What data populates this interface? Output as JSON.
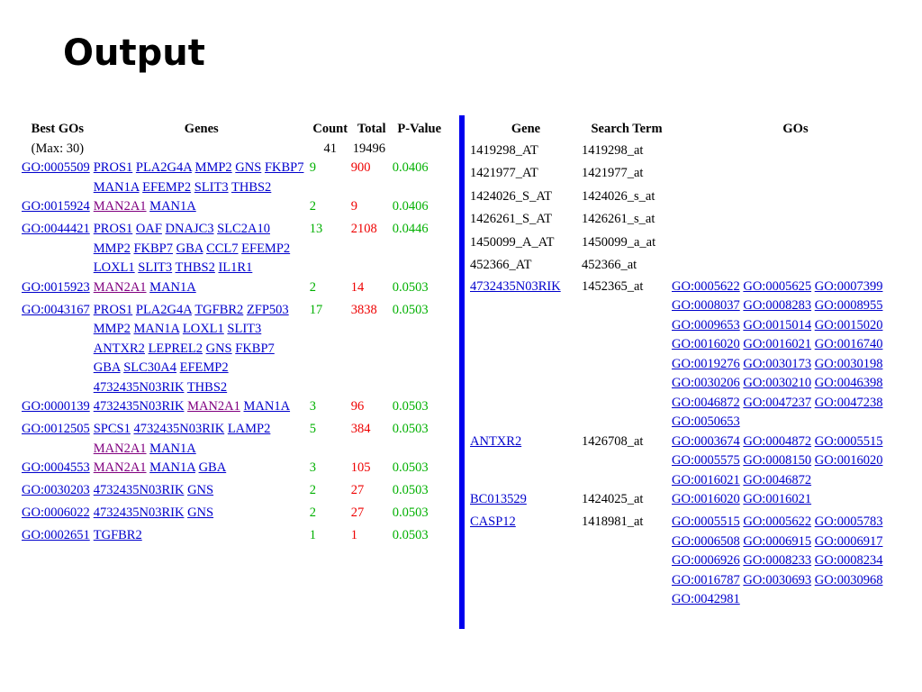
{
  "title": "Output",
  "left": {
    "headers": {
      "best_gos": "Best GOs",
      "genes": "Genes",
      "count": "Count",
      "total": "Total",
      "pvalue": "P-Value"
    },
    "max_label": "(Max: 30)",
    "count_total": "41",
    "total_total": "19496",
    "rows": [
      {
        "go": "GO:0005509",
        "genes": [
          "PROS1",
          "PLA2G4A",
          "MMP2",
          "GNS",
          "FKBP7",
          "MAN1A",
          "EFEMP2",
          "SLIT3",
          "THBS2"
        ],
        "count": "9",
        "total": "900",
        "pvalue": "0.0406"
      },
      {
        "go": "GO:0015924",
        "genes": [
          "MAN2A1",
          "MAN1A"
        ],
        "count": "2",
        "total": "9",
        "pvalue": "0.0406"
      },
      {
        "go": "GO:0044421",
        "genes": [
          "PROS1",
          "OAF",
          "DNAJC3",
          "SLC2A10",
          "MMP2",
          "FKBP7",
          "GBA",
          "CCL7",
          "EFEMP2",
          "LOXL1",
          "SLIT3",
          "THBS2",
          "IL1R1"
        ],
        "count": "13",
        "total": "2108",
        "pvalue": "0.0446"
      },
      {
        "go": "GO:0015923",
        "genes": [
          "MAN2A1",
          "MAN1A"
        ],
        "count": "2",
        "total": "14",
        "pvalue": "0.0503"
      },
      {
        "go": "GO:0043167",
        "genes": [
          "PROS1",
          "PLA2G4A",
          "TGFBR2",
          "ZFP503",
          "MMP2",
          "MAN1A",
          "LOXL1",
          "SLIT3",
          "ANTXR2",
          "LEPREL2",
          "GNS",
          "FKBP7",
          "GBA",
          "SLC30A4",
          "EFEMP2",
          "4732435N03RIK",
          "THBS2"
        ],
        "count": "17",
        "total": "3838",
        "pvalue": "0.0503"
      },
      {
        "go": "GO:0000139",
        "genes": [
          "4732435N03RIK",
          "MAN2A1",
          "MAN1A"
        ],
        "count": "3",
        "total": "96",
        "pvalue": "0.0503"
      },
      {
        "go": "GO:0012505",
        "genes": [
          "SPCS1",
          "4732435N03RIK",
          "LAMP2",
          "MAN2A1",
          "MAN1A"
        ],
        "count": "5",
        "total": "384",
        "pvalue": "0.0503"
      },
      {
        "go": "GO:0004553",
        "genes": [
          "MAN2A1",
          "MAN1A",
          "GBA"
        ],
        "count": "3",
        "total": "105",
        "pvalue": "0.0503"
      },
      {
        "go": "GO:0030203",
        "genes": [
          "4732435N03RIK",
          "GNS"
        ],
        "count": "2",
        "total": "27",
        "pvalue": "0.0503"
      },
      {
        "go": "GO:0006022",
        "genes": [
          "4732435N03RIK",
          "GNS"
        ],
        "count": "2",
        "total": "27",
        "pvalue": "0.0503"
      },
      {
        "go": "GO:0002651",
        "genes": [
          "TGFBR2"
        ],
        "count": "1",
        "total": "1",
        "pvalue": "0.0503"
      }
    ]
  },
  "right": {
    "headers": {
      "gene": "Gene",
      "search_term": "Search Term",
      "gos": "GOs"
    },
    "rows": [
      {
        "gene": "1419298_AT",
        "term": "1419298_at",
        "link": false,
        "gos": []
      },
      {
        "gene": "1421977_AT",
        "term": "1421977_at",
        "link": false,
        "gos": []
      },
      {
        "gene": "1424026_S_AT",
        "term": "1424026_s_at",
        "link": false,
        "gos": []
      },
      {
        "gene": "1426261_S_AT",
        "term": "1426261_s_at",
        "link": false,
        "gos": []
      },
      {
        "gene": "1450099_A_AT",
        "term": "1450099_a_at",
        "link": false,
        "gos": []
      },
      {
        "gene": "452366_AT",
        "term": "452366_at",
        "link": false,
        "gos": []
      },
      {
        "gene": "4732435N03RIK",
        "term": "1452365_at",
        "link": true,
        "gos": [
          "GO:0005622",
          "GO:0005625",
          "GO:0007399",
          "GO:0008037",
          "GO:0008283",
          "GO:0008955",
          "GO:0009653",
          "GO:0015014",
          "GO:0015020",
          "GO:0016020",
          "GO:0016021",
          "GO:0016740",
          "GO:0019276",
          "GO:0030173",
          "GO:0030198",
          "GO:0030206",
          "GO:0030210",
          "GO:0046398",
          "GO:0046872",
          "GO:0047237",
          "GO:0047238",
          "GO:0050653"
        ]
      },
      {
        "gene": "ANTXR2",
        "term": "1426708_at",
        "link": true,
        "gos": [
          "GO:0003674",
          "GO:0004872",
          "GO:0005515",
          "GO:0005575",
          "GO:0008150",
          "GO:0016020",
          "GO:0016021",
          "GO:0046872"
        ]
      },
      {
        "gene": "BC013529",
        "term": "1424025_at",
        "link": true,
        "gos": [
          "GO:0016020",
          "GO:0016021"
        ]
      },
      {
        "gene": "CASP12",
        "term": "1418981_at",
        "link": true,
        "gos": [
          "GO:0005515",
          "GO:0005622",
          "GO:0005783",
          "GO:0006508",
          "GO:0006915",
          "GO:0006917",
          "GO:0006926",
          "GO:0008233",
          "GO:0008234",
          "GO:0016787",
          "GO:0030693",
          "GO:0030968",
          "GO:0042981"
        ]
      }
    ]
  },
  "colors": {
    "link": "#0000cc",
    "visited": "#800080",
    "count": "#00b000",
    "total": "#ee0000",
    "pvalue": "#00b000",
    "divider": "#0000ee"
  }
}
